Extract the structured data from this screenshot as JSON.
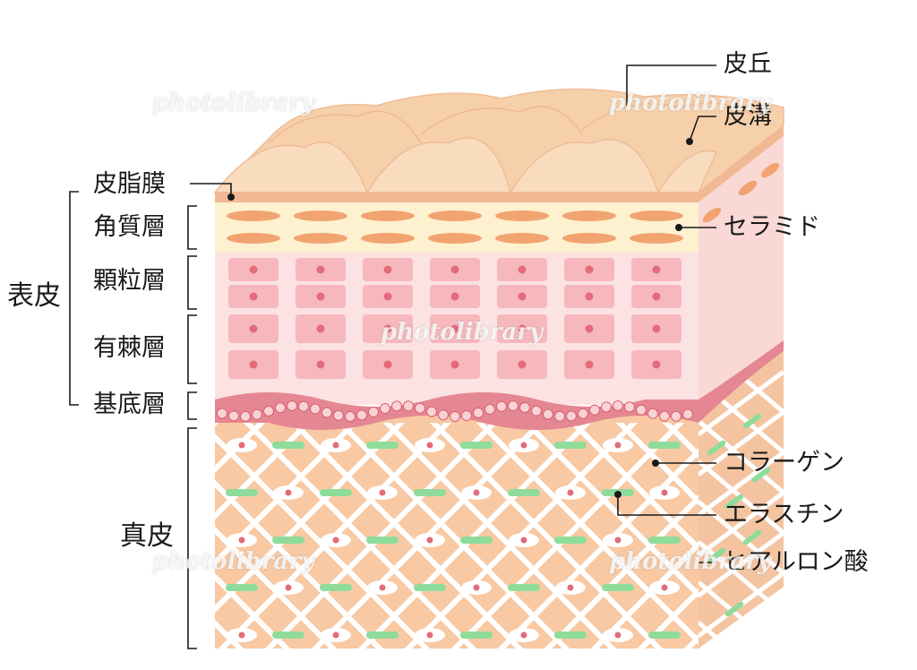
{
  "labels": {
    "hikyu": "皮丘",
    "hikou": "皮溝",
    "hishimaku": "皮脂膜",
    "kakushitsu": "角質層",
    "ceramide": "セラミド",
    "hyouhi": "表皮",
    "karyu": "顆粒層",
    "yuukyoku": "有棘層",
    "kitei": "基底層",
    "collagen": "コラーゲン",
    "elastin": "エラスチン",
    "shinpi": "真皮",
    "hyaluronic": "ヒアルロン酸"
  },
  "watermark": "photolibrary",
  "colors": {
    "sebum": "#f0b994",
    "stratum_corneum": "#fdf1d0",
    "ceramide": "#f2a470",
    "granular": "#fce2e2",
    "cell": "#f6b8bd",
    "nucleus": "#e36b7a",
    "basal": "#e27c88",
    "dermis": "#f8c9a3",
    "collagen_lines": "#ffffff",
    "elastin": "#8fdc9a",
    "surface": "#f6cfa9"
  }
}
